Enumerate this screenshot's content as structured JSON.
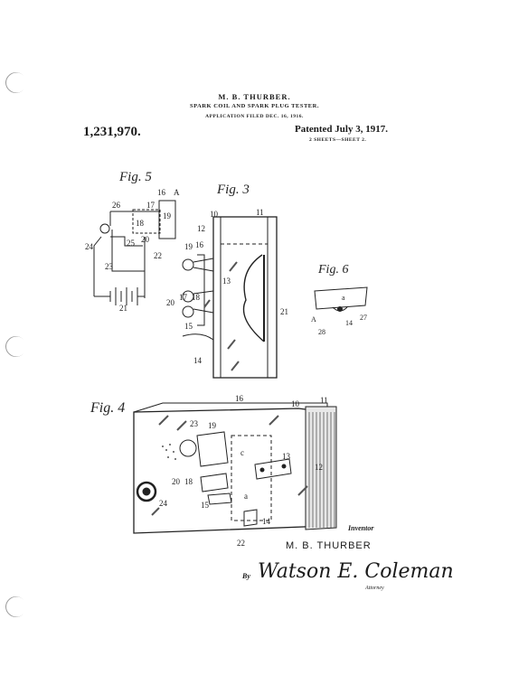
{
  "header": {
    "inventor": "M. B. THURBER.",
    "title": "SPARK COIL AND SPARK PLUG TESTER.",
    "application": "APPLICATION FILED DEC. 16, 1916.",
    "patent_number": "1,231,970.",
    "patented": "Patented July 3, 1917.",
    "sheets": "2 SHEETS—SHEET 2."
  },
  "figures": {
    "fig5": "Fig. 5",
    "fig3": "Fig. 3",
    "fig6": "Fig. 6",
    "fig4": "Fig. 4"
  },
  "references": {
    "fig5": [
      "16",
      "A",
      "26",
      "17",
      "18",
      "19",
      "24",
      "25",
      "20",
      "22",
      "23",
      "21"
    ],
    "fig3": [
      "10",
      "11",
      "12",
      "19",
      "16",
      "13",
      "20",
      "17",
      "18",
      "15",
      "21",
      "14"
    ],
    "fig6": [
      "a",
      "A",
      "27",
      "28",
      "14"
    ],
    "fig4": [
      "16",
      "10",
      "11",
      "23",
      "19",
      "c",
      "13",
      "12",
      "20",
      "18",
      "24",
      "15",
      "a",
      "14",
      "22"
    ]
  },
  "signature": {
    "inventor_label": "Inventor",
    "inventor_name": "M. B. THURBER",
    "by": "By",
    "attorney_name": "Watson E. Coleman",
    "attorney_label": "Attorney"
  }
}
